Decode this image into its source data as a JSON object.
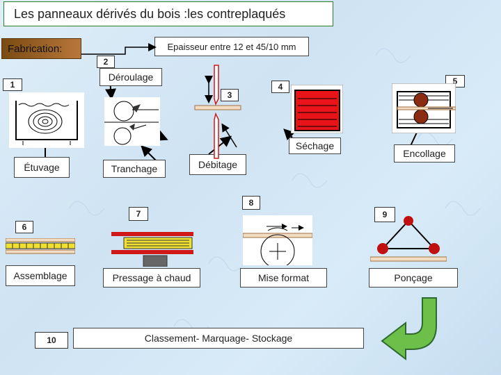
{
  "title": "Les  panneaux dérivés du bois :les contreplaqués",
  "fabrication_label": "Fabrication:",
  "thickness_note": "Epaisseur entre 12 et 45/10 mm",
  "steps": {
    "n1": "1",
    "n2": "2",
    "n3": "3",
    "n4": "4",
    "n5": "5",
    "n6": "6",
    "n7": "7",
    "n8": "8",
    "n9": "9",
    "n10": "10"
  },
  "labels": {
    "deroulage": "Déroulage",
    "etuvage": "Étuvage",
    "tranchage": "Tranchage",
    "debitage": "Débitage",
    "sechage": "Séchage",
    "encollage": "Encollage",
    "assemblage": "Assemblage",
    "pressage": "Pressage à chaud",
    "mise_format": "Mise format",
    "poncage": "Ponçage",
    "classement": "Classement- Marquage- Stockage"
  },
  "colors": {
    "background": "#d8ebf8",
    "fabrication_box": "#9a5f24",
    "drying_red": "#e8141a",
    "glue_roller": "#8b2c12",
    "press_yellow": "#f0e030",
    "sanding_red": "#c01010",
    "arrow_green": "#6cc04a"
  }
}
